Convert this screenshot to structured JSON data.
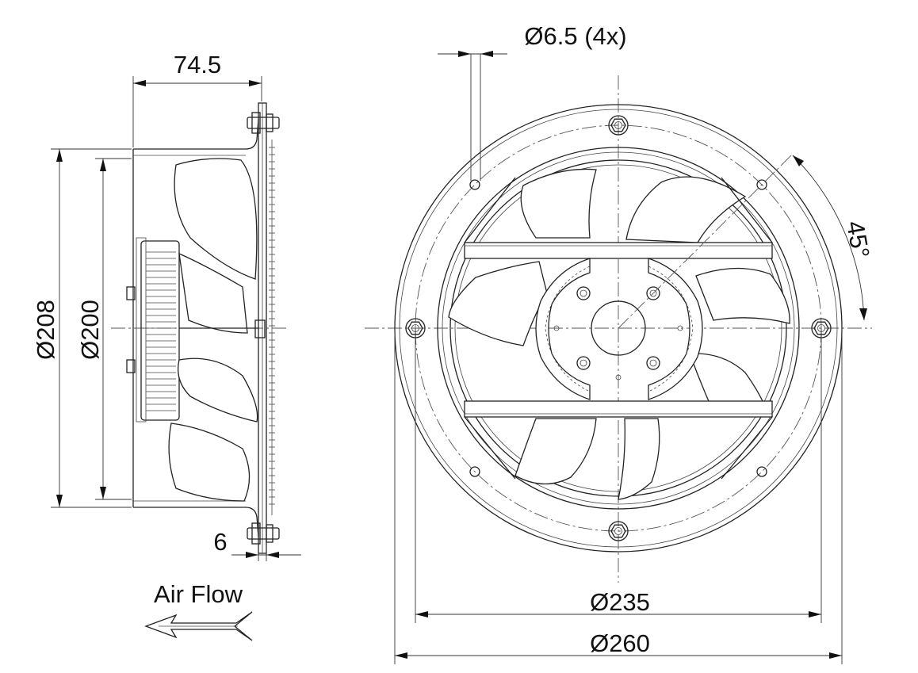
{
  "side_view": {
    "depth_label": "74.5",
    "outer_diameter_label": "Ø208",
    "inner_diameter_label": "Ø200",
    "flange_offset_label": "6"
  },
  "front_view": {
    "hole_label": "Ø6.5 (4x)",
    "angle_label": "45°",
    "bolt_circle_label": "Ø235",
    "outer_diameter_label": "Ø260"
  },
  "airflow": {
    "label": "Air Flow",
    "icon": "double-arrow-left-icon"
  },
  "colors": {
    "line": "#222222",
    "background": "#ffffff"
  }
}
